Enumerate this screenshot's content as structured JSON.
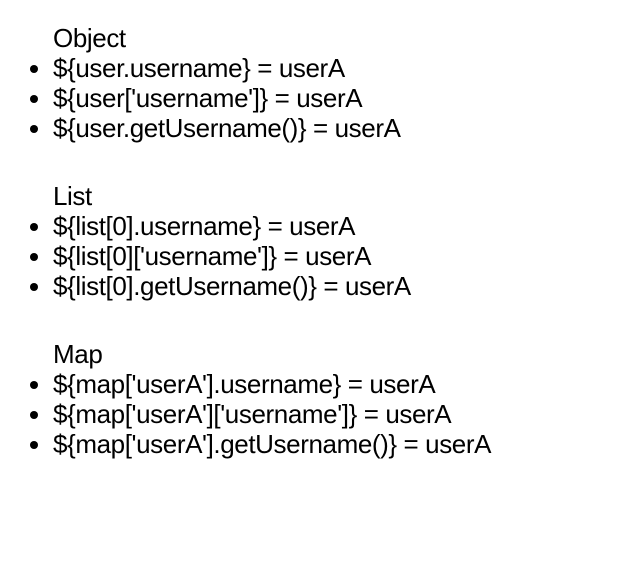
{
  "content": {
    "sections": [
      {
        "heading": "Object",
        "items": [
          "${user.username} = userA",
          "${user['username']} = userA",
          "${user.getUsername()} = userA"
        ]
      },
      {
        "heading": "List",
        "items": [
          "${list[0].username} = userA",
          "${list[0]['username']} = userA",
          "${list[0].getUsername()} = userA"
        ]
      },
      {
        "heading": "Map",
        "items": [
          "${map['userA'].username} = userA",
          "${map['userA']['username']} = userA",
          "${map['userA'].getUsername()} = userA"
        ]
      }
    ]
  },
  "colors": {
    "text": "#000000",
    "background": "#ffffff"
  }
}
